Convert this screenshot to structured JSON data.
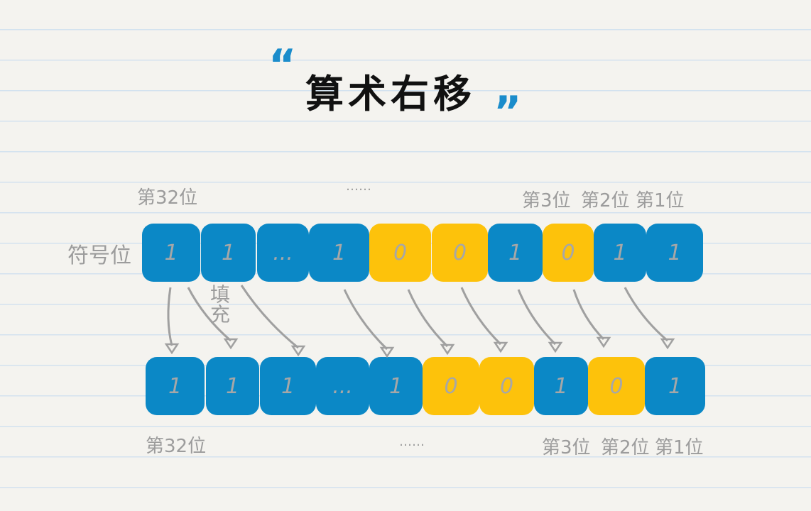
{
  "title": "算术右移",
  "quote_open": "“",
  "quote_close": "”",
  "sign_label": "符号位",
  "fill_label": "填充",
  "top_labels": {
    "bit32": "第32位",
    "ellipsis": "……",
    "bit3": "第3位",
    "bit2": "第2位",
    "bit1": "第1位"
  },
  "bottom_labels": {
    "bit32": "第32位",
    "ellipsis": "……",
    "bit3": "第3位",
    "bit2": "第2位",
    "bit1": "第1位"
  },
  "top_bits": [
    "1",
    "1",
    "...",
    "1",
    "0",
    "0",
    "1",
    "0",
    "1",
    "1"
  ],
  "bottom_bits": [
    "1",
    "1",
    "1",
    "...",
    "1",
    "0",
    "0",
    "1",
    "0",
    "1"
  ],
  "colors": {
    "one": "#0b88c6",
    "zero": "#fdc20b",
    "arrow": "#a0a0a0"
  }
}
